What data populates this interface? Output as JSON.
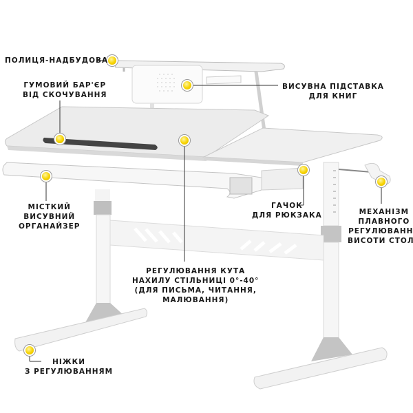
{
  "diagram": {
    "subject": "Children's height-adjustable desk with tilting top",
    "accent_color": "#f7d300",
    "callouts": [
      {
        "id": "shelf",
        "lines": [
          "Полиця-надбудова"
        ]
      },
      {
        "id": "rubber_barrier",
        "lines": [
          "Гумовий бар'єр",
          "від скочування"
        ]
      },
      {
        "id": "book_stand",
        "lines": [
          "Висувна підставка",
          "для книг"
        ]
      },
      {
        "id": "organizer",
        "lines": [
          "Місткий",
          "висувний",
          "органайзер"
        ]
      },
      {
        "id": "hook",
        "lines": [
          "Гачок",
          "для рюкзака"
        ]
      },
      {
        "id": "height_mechanism",
        "lines": [
          "Механізм",
          "плавного",
          "регулювання",
          "висоти столу"
        ]
      },
      {
        "id": "tilt",
        "lines": [
          "Регулювання кута",
          "нахилу стільниці 0°-40°",
          "(для письма, читання,",
          "малювання)"
        ]
      },
      {
        "id": "feet",
        "lines": [
          "Ніжки",
          "з регулюванням"
        ]
      }
    ]
  }
}
